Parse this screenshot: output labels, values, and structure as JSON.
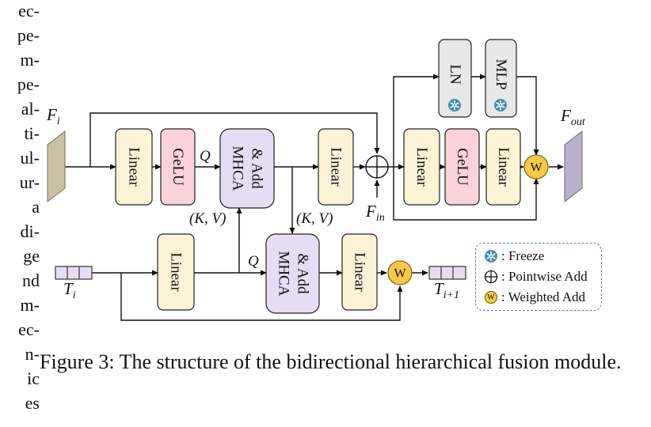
{
  "left_text_fragments": [
    "ec-",
    "pe-",
    "m-",
    "pe-",
    "al-",
    "ti-",
    "ul-",
    "ur-",
    "a",
    "di-",
    "ge",
    "nd",
    "m-",
    "ec-",
    "n-",
    "ic",
    "es"
  ],
  "labels": {
    "f_i": "F",
    "f_i_sub": "i",
    "f_out": "F",
    "f_out_sub": "out",
    "f_in": "F",
    "f_in_sub": "in",
    "t_i": "T",
    "t_i_sub": "i",
    "t_next": "T",
    "t_next_sub": "i+1",
    "q_top": "Q",
    "q_bottom": "Q",
    "kv_left": "(K, V)",
    "kv_right": "(K, V)"
  },
  "blocks": {
    "linear_1": "Linear",
    "gelu_1": "GeLU",
    "mhca_top_line1": "MHCA",
    "mhca_top_line2": "& Add",
    "linear_2": "Linear",
    "linear_3": "Linear",
    "gelu_2": "GeLU",
    "linear_4": "Linear",
    "ln": "LN",
    "mlp": "MLP",
    "linear_bottom_1": "Linear",
    "mhca_bottom_line1": "MHCA",
    "mhca_bottom_line2": "& Add",
    "linear_bottom_2": "Linear",
    "weighted_symbol": "W"
  },
  "legend": {
    "freeze": ": Freeze",
    "pointwise": ": Pointwise Add",
    "weighted": ": Weighted Add"
  },
  "caption": "Figure 3: The structure of the bidirectional hierarchical fusion module.",
  "colors": {
    "linear": "#fdf3d6",
    "gelu": "#f9d3d8",
    "mhca": "#e6dcf4",
    "ln_mlp": "#e8e8e8",
    "weighted": "#f7c948",
    "feature_in": "#cbbfa5",
    "feature_out": "#b9b2c8",
    "freeze_icon": "#3e8fb0"
  },
  "icons": [
    "snowflake-icon",
    "pointwise-add-icon",
    "weighted-add-icon"
  ]
}
